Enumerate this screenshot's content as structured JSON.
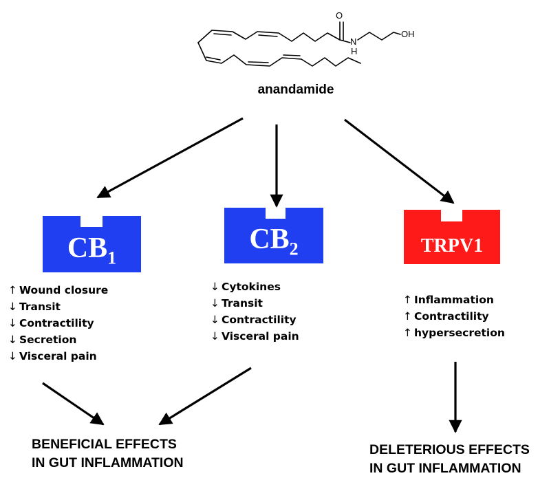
{
  "molecule": {
    "atom_oxygen": "O",
    "atom_nitrogen": "N",
    "atom_hydrogen": "H",
    "atom_hydroxyl": "OH",
    "compound_name": "anandamide"
  },
  "receptors": [
    {
      "id": "cb1",
      "name": "CB",
      "subscript": "1",
      "color": "#1f3ff0",
      "effects": [
        {
          "direction": "↑",
          "text": "Wound closure"
        },
        {
          "direction": "↓",
          "text": "Transit"
        },
        {
          "direction": "↓",
          "text": "Contractility"
        },
        {
          "direction": "↓",
          "text": "Secretion"
        },
        {
          "direction": "↓",
          "text": "Visceral pain"
        }
      ]
    },
    {
      "id": "cb2",
      "name": "CB",
      "subscript": "2",
      "color": "#1f3ff0",
      "effects": [
        {
          "direction": "↓",
          "text": "Cytokines"
        },
        {
          "direction": "↓",
          "text": "Transit"
        },
        {
          "direction": "↓",
          "text": "Contractility"
        },
        {
          "direction": "↓",
          "text": "Visceral pain"
        }
      ]
    },
    {
      "id": "trpv1",
      "name": "TRPV1",
      "subscript": "",
      "color": "#ff1a1a",
      "effects": [
        {
          "direction": "↑",
          "text": "Inflammation"
        },
        {
          "direction": "↑",
          "text": "Contractility"
        },
        {
          "direction": "↑",
          "text": "hypersecretion"
        }
      ]
    }
  ],
  "outcomes": {
    "beneficial": {
      "line1": "BENEFICIAL EFFECTS",
      "line2": "IN GUT INFLAMMATION"
    },
    "deleterious": {
      "line1": "DELETERIOUS EFFECTS",
      "line2": "IN GUT INFLAMMATION"
    }
  }
}
